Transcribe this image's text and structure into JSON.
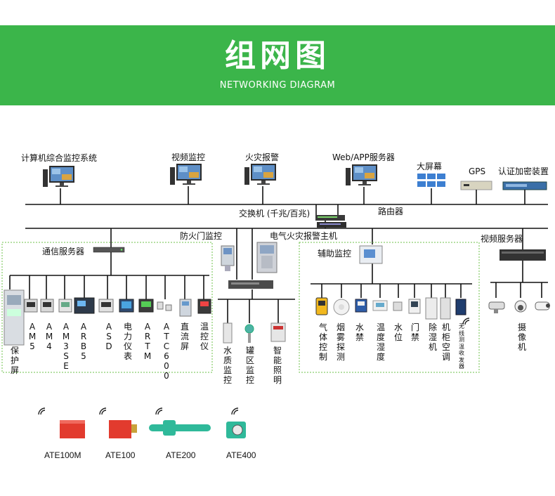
{
  "header": {
    "title": "组网图",
    "subtitle": "NETWORKING DIAGRAM",
    "background_color": "#3bb54a"
  },
  "top_nodes": [
    {
      "label": "计算机综合监控系统",
      "icon": "computer-icon"
    },
    {
      "label": "视频监控",
      "icon": "computer-icon"
    },
    {
      "label": "火灾报警",
      "icon": "computer-icon"
    },
    {
      "label": "Web/APP服务器",
      "icon": "computer-icon"
    },
    {
      "label": "大屏幕",
      "icon": "video-wall-icon"
    },
    {
      "label": "GPS",
      "icon": "gps-receiver-icon"
    },
    {
      "label": "认证加密装置",
      "icon": "encryption-device-icon"
    }
  ],
  "network": {
    "switch_label": "交换机 (千兆/百兆)",
    "router_label": "路由器",
    "fire_door_label": "防火门监控",
    "fire_alarm_host_label": "电气火灾报警主机",
    "video_server_label": "视频服务器"
  },
  "comm_server": {
    "label": "通信服务器",
    "devices": [
      "保护屏",
      "AM5",
      "AM4",
      "AM3SE",
      "ARB5",
      "ASD",
      "电力仪表",
      "ARTM",
      "ATC600",
      "直流屏",
      "温控仪"
    ]
  },
  "middle_group": {
    "devices": [
      "水质监控",
      "罐区监控",
      "智能照明"
    ]
  },
  "aux_monitor": {
    "label": "辅助监控",
    "devices": [
      "气体控制",
      "烟雾探测",
      "水禁",
      "温度湿度",
      "水位",
      "门禁",
      "除湿机",
      "机柜空调",
      "无线测温收发器"
    ]
  },
  "video_group": {
    "devices": [
      "摄像机"
    ]
  },
  "sensors": [
    {
      "label": "ATE100M"
    },
    {
      "label": "ATE100"
    },
    {
      "label": "ATE200"
    },
    {
      "label": "ATE400"
    }
  ],
  "colors": {
    "dotted_border": "#6cc24a",
    "sensor_red": "#e23b2e",
    "sensor_green": "#2fb99a"
  }
}
